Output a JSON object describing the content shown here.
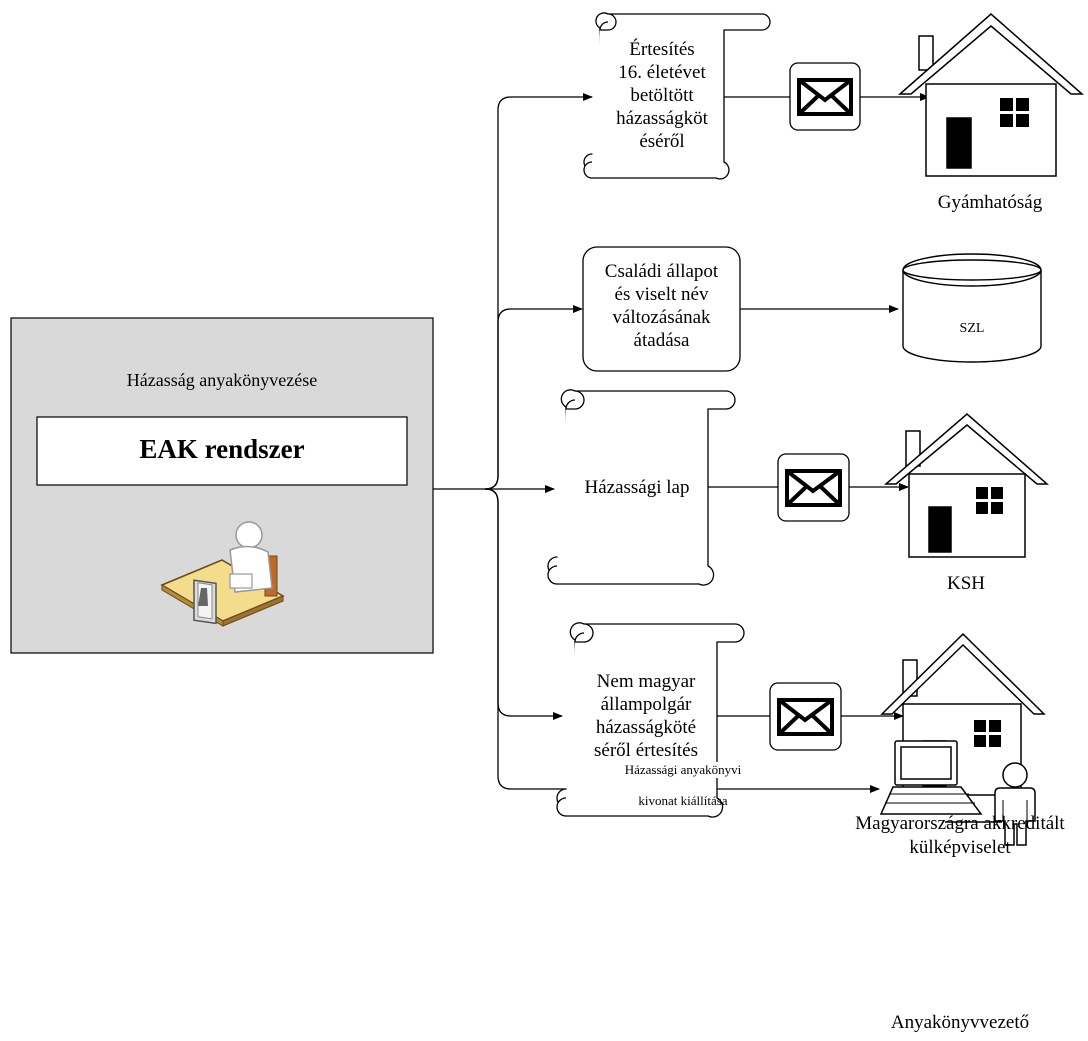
{
  "system": {
    "title": "Házasság anyakönyvezése",
    "name": "EAK rendszer"
  },
  "flows": [
    {
      "id": "f1",
      "document": [
        "Értesítés",
        "16. életévet",
        "betöltött",
        "házasságköt",
        "éséről"
      ],
      "recipient": [
        "Gyámhatóság"
      ]
    },
    {
      "id": "f2",
      "document": [
        "Családi állapot",
        "és viselt név",
        "változásának",
        "átadása"
      ],
      "recipient": [
        "SZL"
      ]
    },
    {
      "id": "f3",
      "document": [
        "Házassági lap"
      ],
      "recipient": [
        "KSH"
      ]
    },
    {
      "id": "f4",
      "document": [
        "Nem magyar",
        "állampolgár",
        "házasságköté",
        "séről értesítés"
      ],
      "recipient": [
        "Magyarországra akkreditált",
        "külképviselet"
      ]
    },
    {
      "id": "f5",
      "document": [
        "Házassági anyakönyvi",
        "kivonat kiállítása"
      ],
      "recipient": [
        "Anyakönyvvezető"
      ]
    }
  ],
  "icons": {
    "envelope": "envelope-icon",
    "house": "house-icon",
    "database": "database-icon",
    "clerk": "clerk-at-desk-icon",
    "user_computer": "user-at-computer-icon"
  },
  "colors": {
    "system_fill": "#d9d9d9",
    "line": "#000000",
    "desk": "#f3dc8c"
  }
}
